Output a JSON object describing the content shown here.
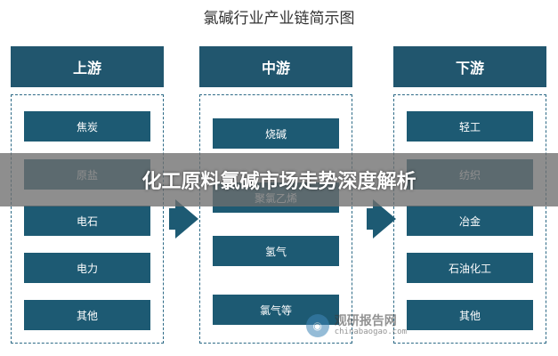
{
  "title": "氯碱行业产业链简示图",
  "columns": [
    {
      "header": "上游",
      "items": [
        "焦炭",
        "原盐",
        "电石",
        "电力",
        "其他"
      ]
    },
    {
      "header": "中游",
      "items": [
        "烧碱",
        "聚氯乙烯",
        "氢气",
        "氯气等"
      ]
    },
    {
      "header": "下游",
      "items": [
        "轻工",
        "纺织",
        "冶金",
        "石油化工",
        "其他"
      ]
    }
  ],
  "banner": "化工原料氯碱市场走势深度解析",
  "watermark": {
    "name": "观研报告网",
    "url": "chinabaogao.com",
    "logo_icon": "globe-icon"
  },
  "colors": {
    "primary": "#1d5a73",
    "header": "#21566e",
    "border": "#2d6a86"
  }
}
